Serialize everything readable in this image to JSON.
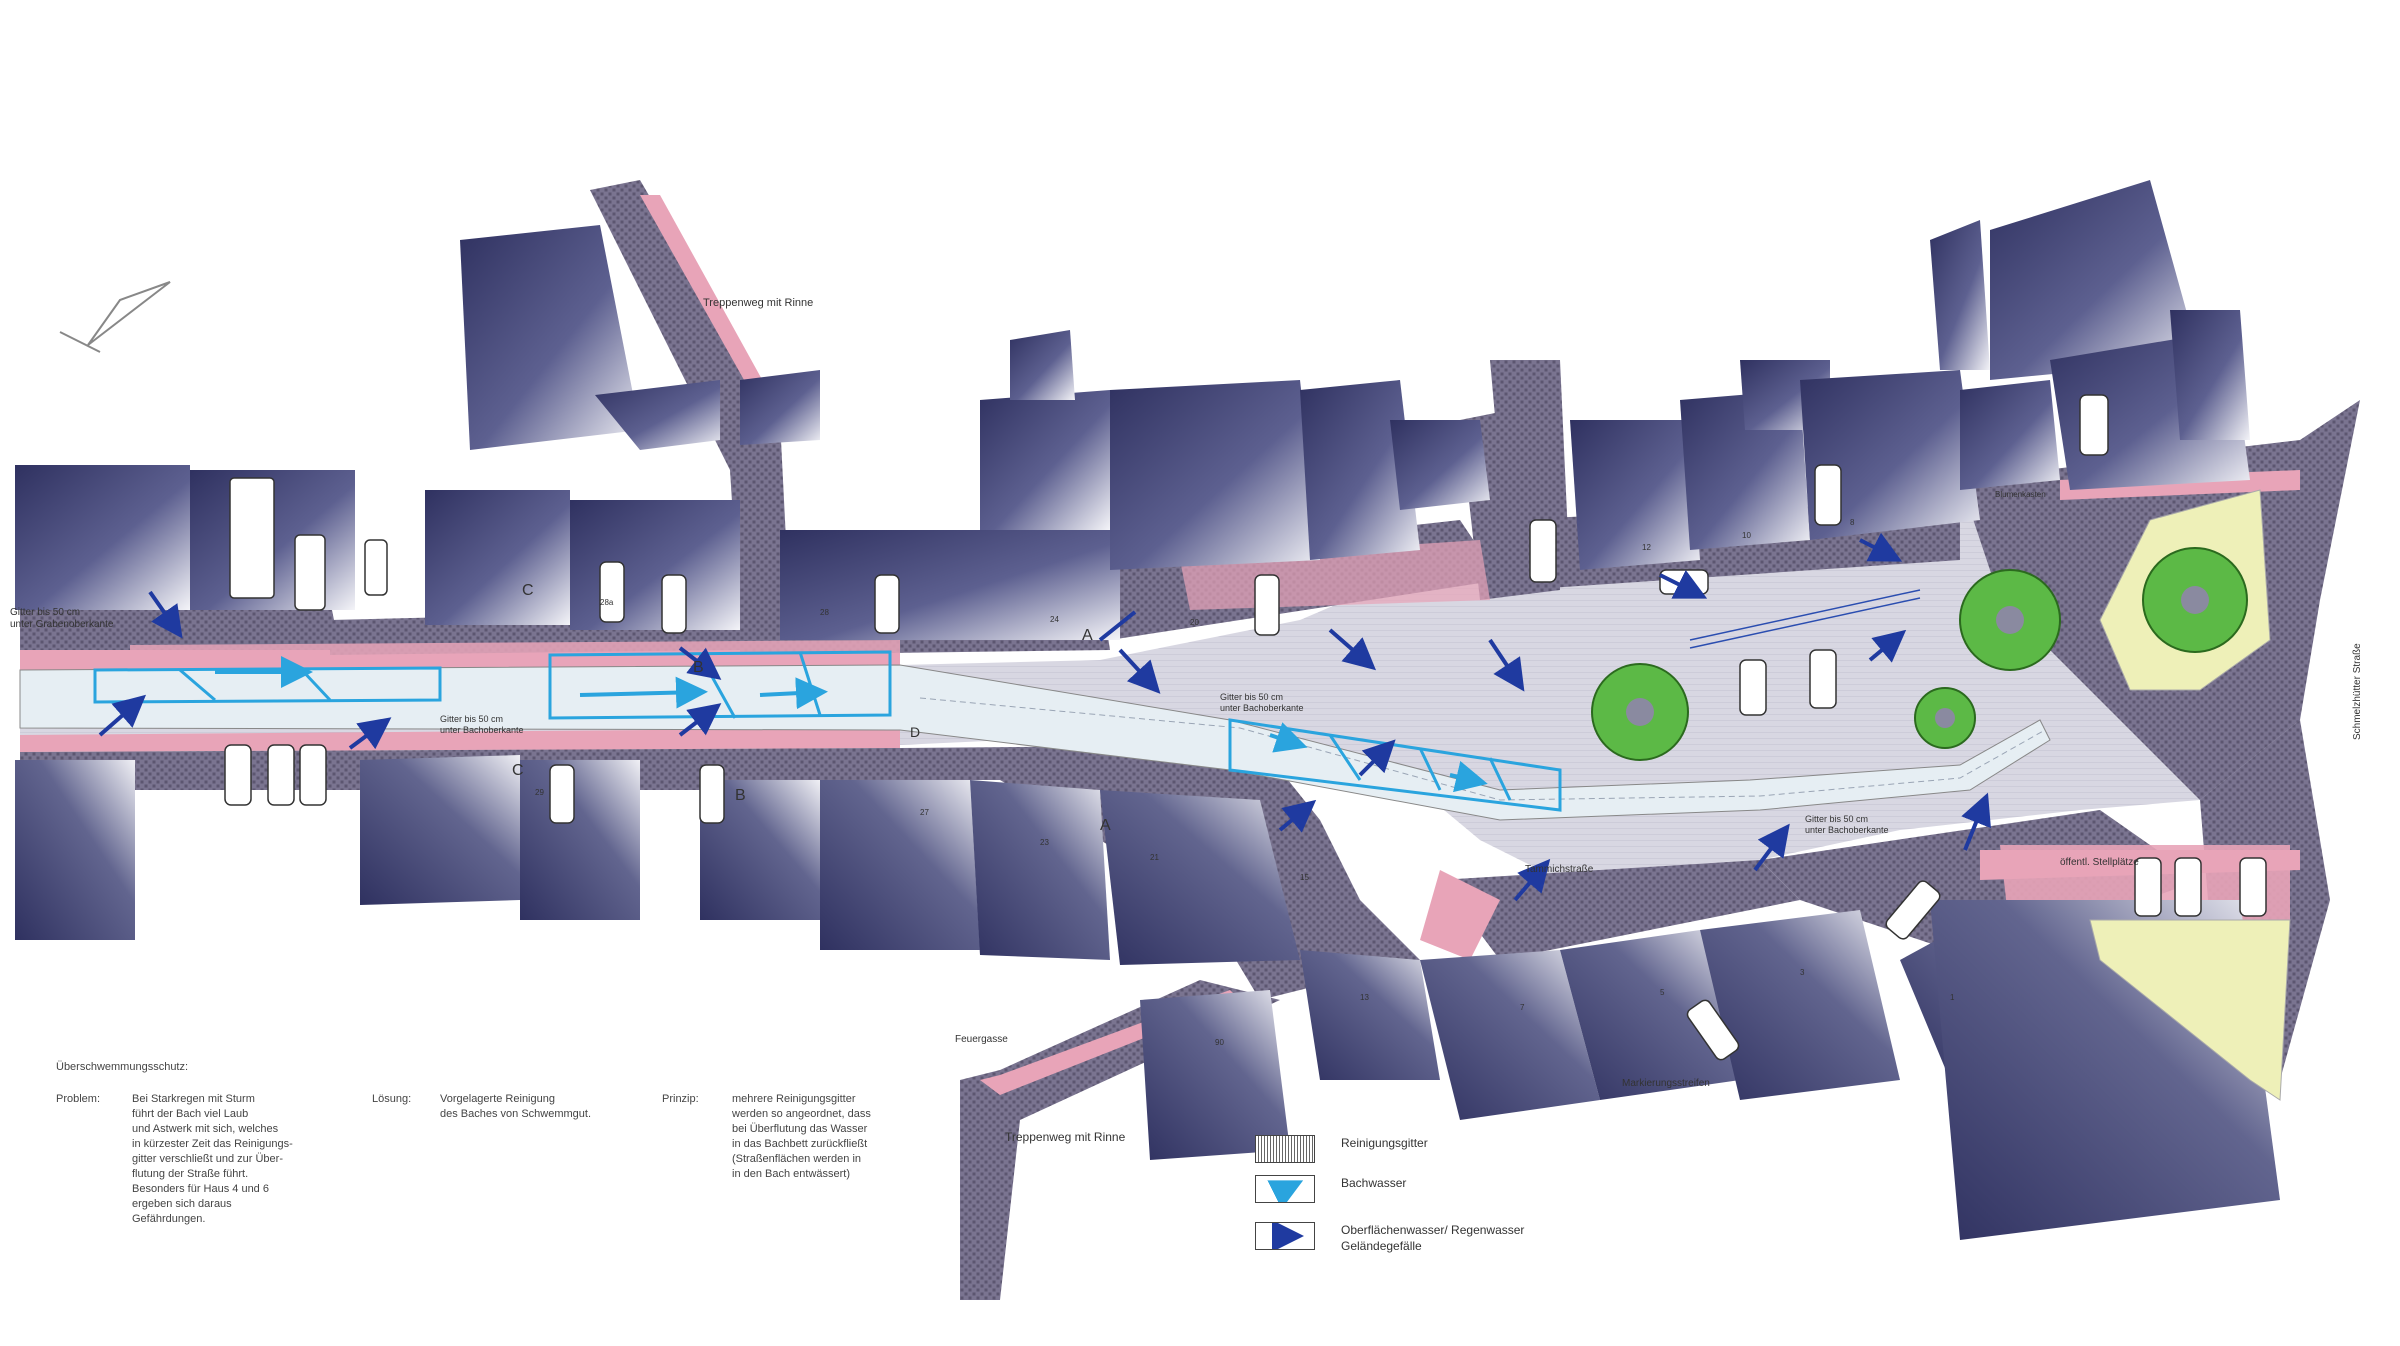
{
  "map": {
    "labels": {
      "treppenweg_top": "Treppenweg mit Rinne",
      "treppenweg_bottom": "Treppenweg mit Rinne",
      "gitter_left": "Gitter bis 50 cm\nunter Grabenoberkante",
      "gitter_mid": "Gitter bis 50 cm\nunter Bachoberkante",
      "gitter_center": "Gitter bis 50 cm\nunter Bachoberkante",
      "gitter_right": "Gitter bis 50 cm\nunter Bachoberkante",
      "feuergasse": "Feuergasse",
      "markierungsstreifen": "Markierungsstreifen",
      "schmelzhuette": "Schmelzhütter Straße",
      "stellplaetze": "öffentl. Stellplätze",
      "tammichstrasse": "Tammichstraße",
      "blumenkasten": "Blumenkasten"
    },
    "house_numbers": [
      "28",
      "24",
      "20",
      "12",
      "10",
      "8",
      "29",
      "27",
      "23",
      "21",
      "15",
      "13",
      "7",
      "5",
      "3",
      "1",
      "90",
      "28a"
    ],
    "section_letters": [
      "A",
      "A",
      "B",
      "B",
      "C",
      "C",
      "D"
    ]
  },
  "notes": {
    "title": "Überschwemmungsschutz:",
    "problem_label": "Problem:",
    "problem_text": "Bei Starkregen mit Sturm\nführt der Bach viel Laub\nund Astwerk mit sich, welches\nin kürzester Zeit das Reinigungs-\ngitter verschließt und zur Über-\nflutung der Straße führt.\nBesonders für Haus 4 und 6\nergeben sich daraus\nGefährdungen.",
    "loesung_label": "Lösung:",
    "loesung_text": "Vorgelagerte Reinigung\ndes Baches von Schwemmgut.",
    "prinzip_label": "Prinzip:",
    "prinzip_text": "mehrere Reinigungsgitter\nwerden so angeordnet, dass\nbei Überflutung das Wasser\nin das Bachbett zurückfließt\n(Straßenflächen werden in\nin den Bach entwässert)"
  },
  "legend": [
    {
      "label": "Reinigungsgitter",
      "symbol": "grid-icon"
    },
    {
      "label": "Bachwasser",
      "symbol": "light-blue-arrow-icon"
    },
    {
      "label": "Oberflächenwasser/ Regenwasser\nGeländegefälle",
      "symbol": "dark-blue-arrow-icon"
    }
  ],
  "colors": {
    "street": "#d4d3e0",
    "pink": "#e8a4b8",
    "cobble": "#6d6782",
    "building_dark": "#3c3e66",
    "stream": "#e6eef3",
    "water_arrow": "#2aa4de",
    "rain_arrow": "#1f3aa0",
    "tree": "#4caf3a",
    "green_area": "#eef0b8"
  }
}
